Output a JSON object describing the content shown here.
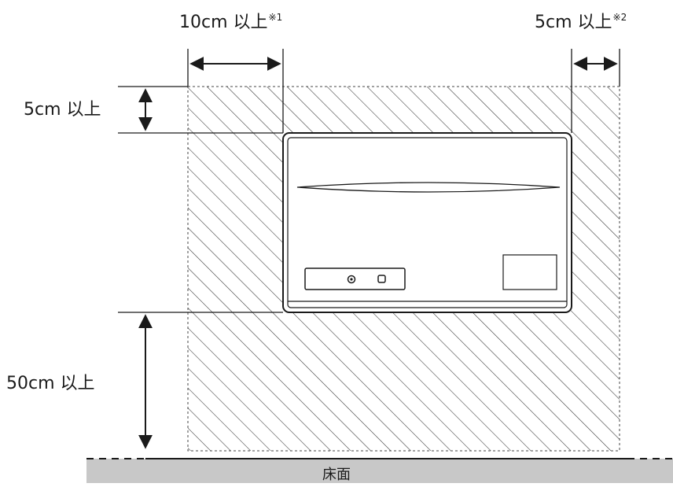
{
  "labels": {
    "left_clearance": {
      "value": "10cm 以上",
      "note": "※1"
    },
    "right_clearance": {
      "value": "5cm 以上",
      "note": "※2"
    },
    "top_clearance": {
      "value": "5cm 以上"
    },
    "bottom_clearance": {
      "value": "50cm 以上"
    },
    "floor": "床面"
  },
  "colors": {
    "line": "#1a1a1a",
    "hatch": "#333333",
    "floor": "#c8c8c8",
    "unit_fill": "#ffffff"
  }
}
